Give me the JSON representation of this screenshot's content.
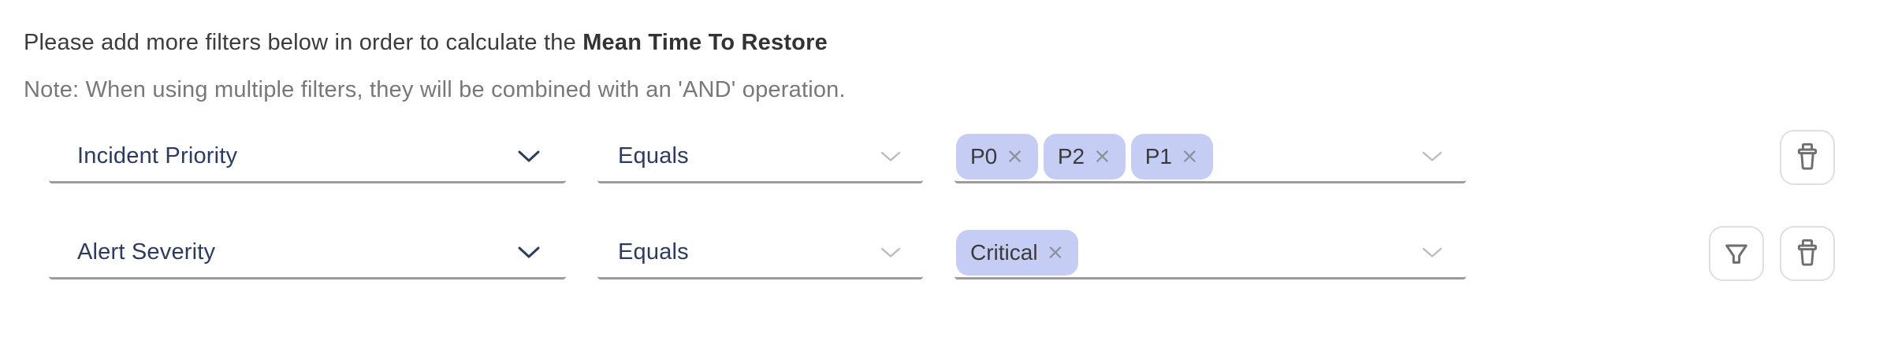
{
  "header": {
    "intro_text": "Please add more filters below in order to calculate the ",
    "metric_name": "Mean Time To Restore",
    "note": "Note: When using multiple filters, they will be combined with an 'AND' operation."
  },
  "filters": [
    {
      "field": "Incident Priority",
      "operator": "Equals",
      "values": [
        "P0",
        "P2",
        "P1"
      ],
      "chip_close_glyph": "×",
      "actions": [
        "delete"
      ]
    },
    {
      "field": "Alert Severity",
      "operator": "Equals",
      "values": [
        "Critical"
      ],
      "chip_close_glyph": "×",
      "actions": [
        "filter",
        "delete"
      ]
    }
  ],
  "icons": {
    "field_dropdown": "chevron-down-icon",
    "operator_dropdown": "chevron-down-icon",
    "value_dropdown": "chevron-down-icon",
    "delete_button": "trash-icon",
    "filter_button": "funnel-icon"
  },
  "colors": {
    "header_text": "#3c3c3c",
    "note_text": "#787878",
    "select_label": "#2c3b5e",
    "underline": "#9c9c9c",
    "chevron_dark": "#2c3b5e",
    "chevron_light": "#bcbcbc",
    "chip_background": "#c6cdf4",
    "chip_text": "#3a3a3a",
    "chip_close": "#8b909b",
    "button_border": "#dfdfdf",
    "button_icon": "#6e6e6e"
  }
}
